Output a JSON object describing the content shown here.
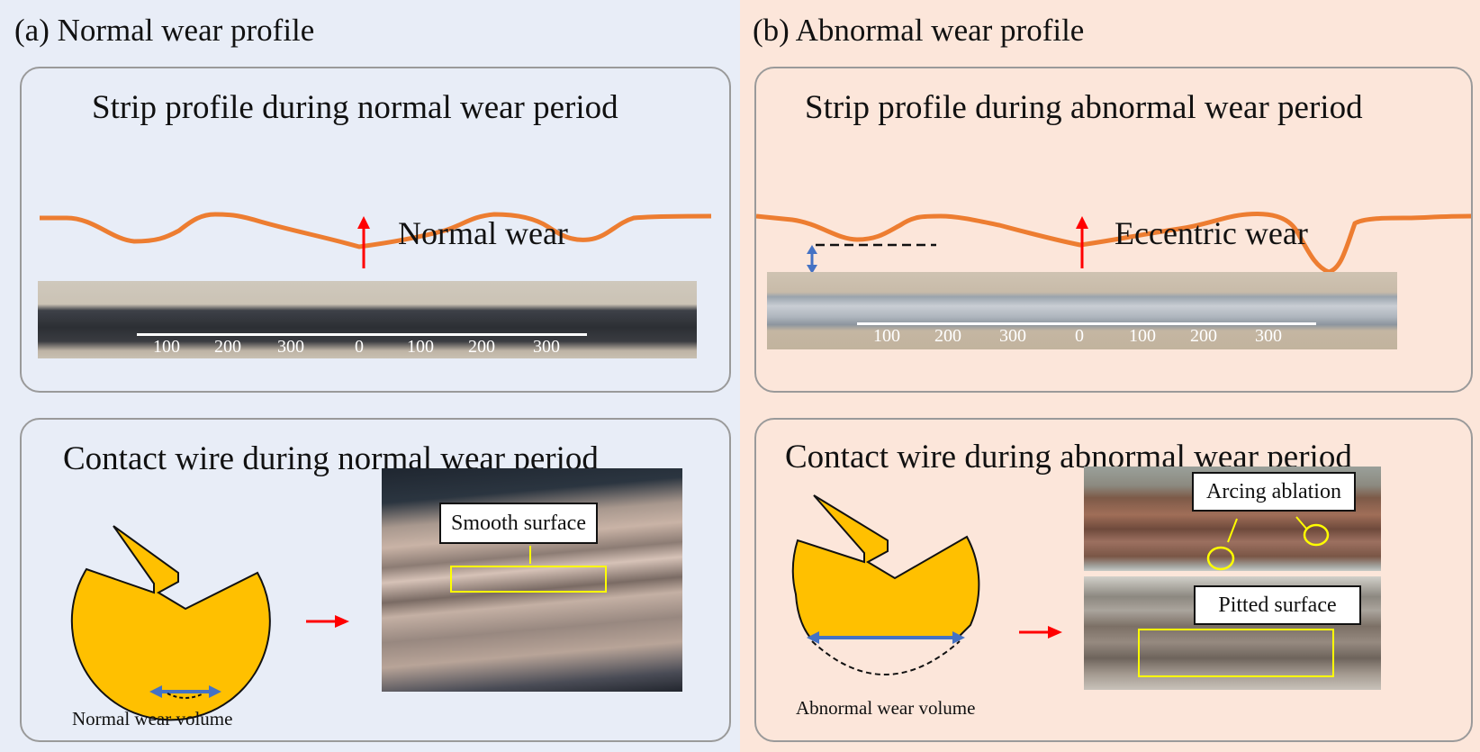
{
  "panel_a": {
    "title": "(a) Normal wear profile",
    "strip_box_title": "Strip profile during normal wear period",
    "arrow_label": "Normal wear",
    "scale_ticks": [
      "100",
      "200",
      "300",
      "0",
      "100",
      "200",
      "300"
    ],
    "wire_box_title": "Contact wire during normal wear period",
    "wear_volume_label": "Normal wear volume",
    "callout": "Smooth surface"
  },
  "panel_b": {
    "title": "(b) Abnormal wear profile",
    "strip_box_title": "Strip profile during abnormal wear period",
    "arrow_label": "Eccentric wear",
    "scale_ticks": [
      "100",
      "200",
      "300",
      "0",
      "100",
      "200",
      "300"
    ],
    "wire_box_title": "Contact wire during abnormal wear period",
    "wear_volume_label": "Abnormal wear volume",
    "callout_top": "Arcing ablation",
    "callout_bottom": "Pitted surface"
  },
  "colors": {
    "panel_a_bg": "#e8edf7",
    "panel_b_bg": "#fce6da",
    "profile_line": "#ed7d31",
    "wire_fill": "#ffc000",
    "arrow_red": "#ff0000",
    "measure_blue": "#4472c4",
    "highlight_yellow": "#ffff00"
  }
}
